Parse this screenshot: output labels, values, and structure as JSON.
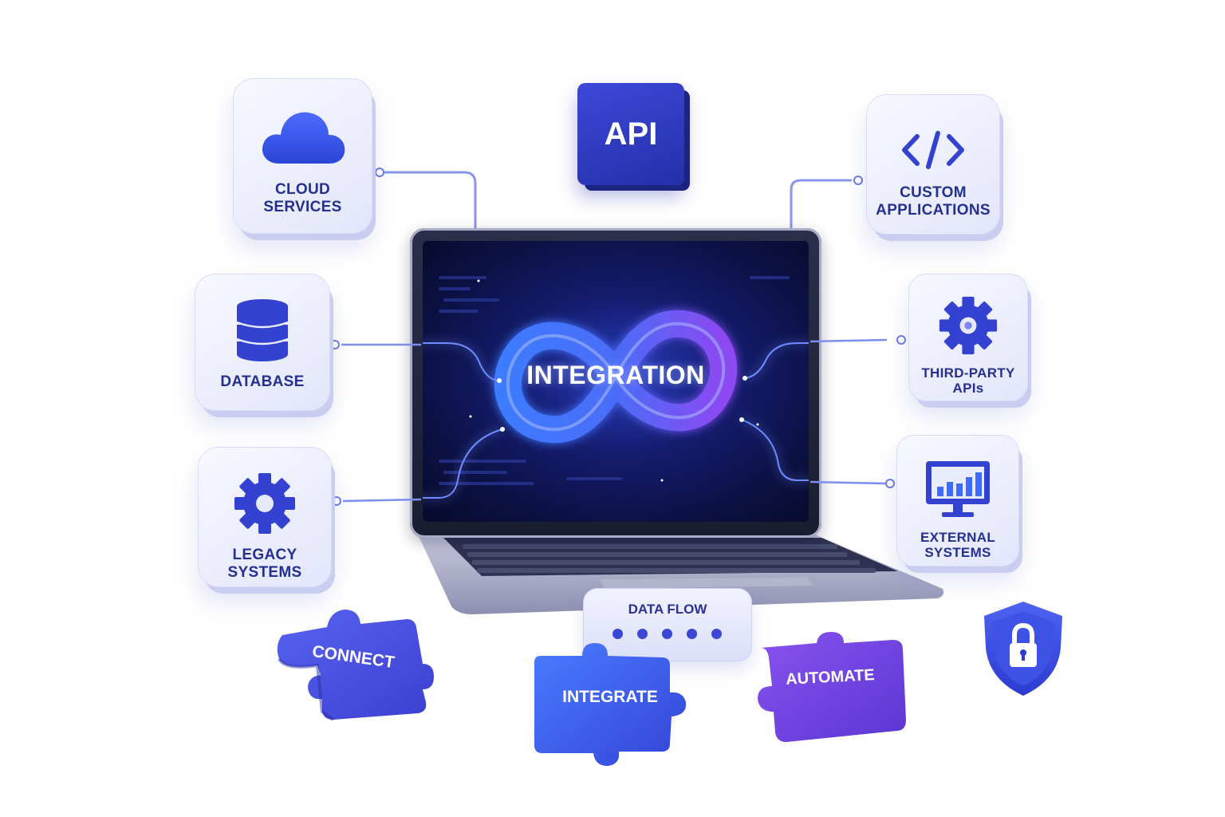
{
  "center": {
    "title": "INTEGRATION"
  },
  "api_tile": {
    "label": "API"
  },
  "cards": {
    "cloud": {
      "label": "CLOUD SERVICES",
      "icon": "cloud-icon"
    },
    "database": {
      "label": "DATABASE",
      "icon": "database-icon"
    },
    "legacy": {
      "label": "LEGACY SYSTEMS",
      "icon": "gear-icon"
    },
    "custom": {
      "label": "CUSTOM APPLICATIONS",
      "icon": "code-icon"
    },
    "third": {
      "label": "THIRD-PARTY APIs",
      "icon": "gear-icon"
    },
    "external": {
      "label": "EXTERNAL SYSTEMS",
      "icon": "monitor-chart-icon"
    }
  },
  "data_flow": {
    "label": "DATA FLOW",
    "dot_count": 5
  },
  "puzzles": {
    "connect": {
      "label": "CONNECT"
    },
    "integrate": {
      "label": "INTEGRATE"
    },
    "automate": {
      "label": "AUTOMATE"
    }
  },
  "security": {
    "icon": "shield-lock-icon"
  },
  "colors": {
    "primary_blue": "#3a47d4",
    "deep_navy": "#24308f",
    "violet": "#7b3fe0",
    "card_bg": "#eceefc"
  }
}
